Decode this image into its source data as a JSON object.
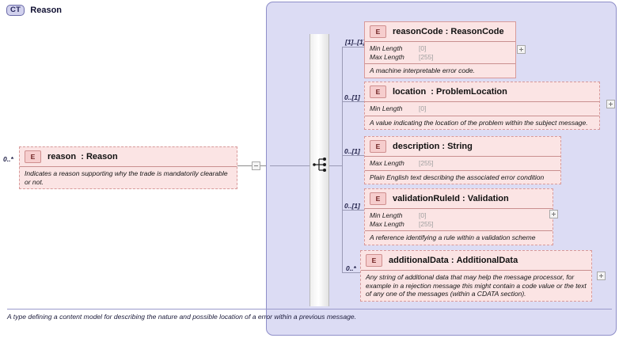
{
  "diagram": {
    "type": "xsd-schema-diagram",
    "root_element": {
      "badge": "E",
      "name": "reason",
      "separator": ":",
      "type": "Reason",
      "cardinality": "0..*",
      "documentation": "Indicates a reason supporting why the trade is mandatorily clearable or not.",
      "toggle": "minus"
    },
    "complex_type": {
      "badge": "CT",
      "title": "Reason",
      "documentation": "A type defining a content model for describing the nature and possible location of a error within a previous message.",
      "compositor": "sequence"
    },
    "elements": [
      {
        "badge": "E",
        "name": "reasonCode",
        "separator": ":",
        "type": "ReasonCode",
        "cardinality": "[1]..[1]",
        "required": true,
        "facets": [
          {
            "label": "Min Length",
            "value": "[0]"
          },
          {
            "label": "Max Length",
            "value": "[255]"
          }
        ],
        "documentation": "A machine interpretable error code.",
        "expand": "+"
      },
      {
        "badge": "E",
        "name": "location",
        "separator": ":",
        "type": "ProblemLocation",
        "cardinality": "0..[1]",
        "required": false,
        "facets": [
          {
            "label": "Min Length",
            "value": "[0]"
          }
        ],
        "documentation": "A value indicating the location of the problem within the subject message.",
        "expand": "+"
      },
      {
        "badge": "E",
        "name": "description",
        "separator": ":",
        "type": "String",
        "cardinality": "0..[1]",
        "required": false,
        "facets": [
          {
            "label": "Max Length",
            "value": "[255]"
          }
        ],
        "documentation": "Plain English text describing the associated error condition",
        "expand": null
      },
      {
        "badge": "E",
        "name": "validationRuleId",
        "separator": ":",
        "type": "Validation",
        "cardinality": "0..[1]",
        "required": false,
        "facets": [
          {
            "label": "Min Length",
            "value": "[0]"
          },
          {
            "label": "Max Length",
            "value": "[255]"
          }
        ],
        "documentation": "A reference identifying a rule within a validation scheme",
        "expand": "+"
      },
      {
        "badge": "E",
        "name": "additionalData",
        "separator": ":",
        "type": "AdditionalData",
        "cardinality": "0..*",
        "required": false,
        "facets": [],
        "documentation": "Any string of additional data that may help the message processor, for example in a rejection message this might contain a code value or the text of any one of the messages (within a CDATA section).",
        "expand": "+"
      }
    ]
  },
  "colors": {
    "element_fill": "#fbe4e4",
    "element_border": "#d89a9a",
    "complextype_fill": "#dcdcf4",
    "complextype_border": "#8e8ec8",
    "connector": "#9a9ab5"
  }
}
